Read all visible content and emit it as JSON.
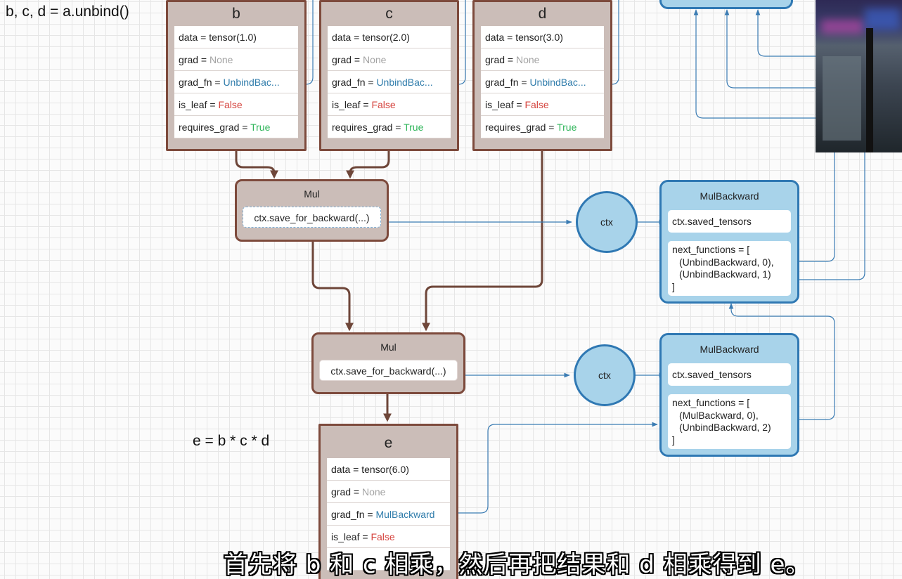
{
  "unbind_code": "b, c, d = a.unbind()",
  "mul_code": "e = b * c * d",
  "tensors": {
    "b": {
      "name": "b",
      "rows": [
        {
          "key": "data = ",
          "value": "tensor(1.0)"
        },
        {
          "key": "grad = ",
          "value": "None"
        },
        {
          "key": "grad_fn = ",
          "value": "UnbindBac..."
        },
        {
          "key": "is_leaf = ",
          "value": "False"
        },
        {
          "key": "requires_grad = ",
          "value": "True"
        }
      ]
    },
    "c": {
      "name": "c",
      "rows": [
        {
          "key": "data = ",
          "value": "tensor(2.0)"
        },
        {
          "key": "grad = ",
          "value": "None"
        },
        {
          "key": "grad_fn = ",
          "value": "UnbindBac..."
        },
        {
          "key": "is_leaf = ",
          "value": "False"
        },
        {
          "key": "requires_grad = ",
          "value": "True"
        }
      ]
    },
    "d": {
      "name": "d",
      "rows": [
        {
          "key": "data = ",
          "value": "tensor(3.0)"
        },
        {
          "key": "grad = ",
          "value": "None"
        },
        {
          "key": "grad_fn = ",
          "value": "UnbindBac..."
        },
        {
          "key": "is_leaf = ",
          "value": "False"
        },
        {
          "key": "requires_grad = ",
          "value": "True"
        }
      ]
    },
    "e": {
      "name": "e",
      "rows": [
        {
          "key": "data = ",
          "value": "tensor(6.0)"
        },
        {
          "key": "grad = ",
          "value": "None"
        },
        {
          "key": "grad_fn = ",
          "value": "MulBackward"
        },
        {
          "key": "is_leaf = ",
          "value": "False"
        }
      ]
    }
  },
  "mul_ops": [
    {
      "title": "Mul",
      "call": "ctx.save_for_backward(...)"
    },
    {
      "title": "Mul",
      "call": "ctx.save_for_backward(...)"
    }
  ],
  "ctx_label": "ctx",
  "backward_nodes": [
    {
      "title": "MulBackward",
      "saved": "ctx.saved_tensors",
      "next_open": "next_functions = [",
      "next_items": [
        "(UnbindBackward, 0),",
        "(UnbindBackward, 1)"
      ],
      "next_close": "]"
    },
    {
      "title": "MulBackward",
      "saved": "ctx.saved_tensors",
      "next_open": "next_functions = [",
      "next_items": [
        "(MulBackward, 0),",
        "(UnbindBackward, 2)"
      ],
      "next_close": "]"
    }
  ],
  "subtitle": "首先将 b 和 c 相乘，然后再把结果和 d 相乘得到 e。",
  "colors": {
    "tensor_fill": "#cbbdb8",
    "tensor_border": "#7d4a3c",
    "backward_fill": "#a8d3ea",
    "backward_border": "#2f78b3",
    "value_blue": "#2f7cab",
    "value_red": "#d5433d",
    "value_green": "#2fb55a",
    "value_gray": "#a3a3a3"
  }
}
